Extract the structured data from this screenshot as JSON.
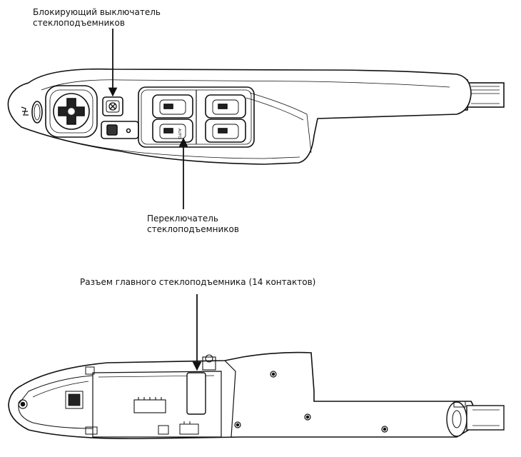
{
  "labels": {
    "lock_switch": [
      "Блокирующий выключатель",
      "стеклоподъемников"
    ],
    "window_switch": [
      "Переключатель",
      "стеклоподъемников"
    ],
    "main_connector": "Разъем главного стеклоподъемника (14 контактов)"
  },
  "switch_marks": [
    "AUTO"
  ]
}
